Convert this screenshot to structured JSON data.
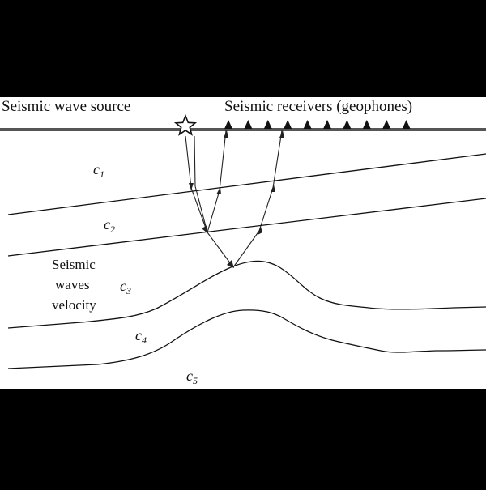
{
  "labels": {
    "source": "Seismic wave source",
    "receivers": "Seismic receivers (geophones)",
    "velocity_line1": "Seismic",
    "velocity_line2": "waves",
    "velocity_line3": "velocity"
  },
  "layers": [
    {
      "symbol": "c",
      "index": "1"
    },
    {
      "symbol": "c",
      "index": "2"
    },
    {
      "symbol": "c",
      "index": "3"
    },
    {
      "symbol": "c",
      "index": "4"
    },
    {
      "symbol": "c",
      "index": "5"
    }
  ],
  "colors": {
    "background": "#000000",
    "panel": "#ffffff",
    "ink": "#111111",
    "surface": "#555555"
  },
  "icons": {
    "source": "star-icon",
    "receiver": "triangle-icon"
  },
  "receiver_count": 10
}
